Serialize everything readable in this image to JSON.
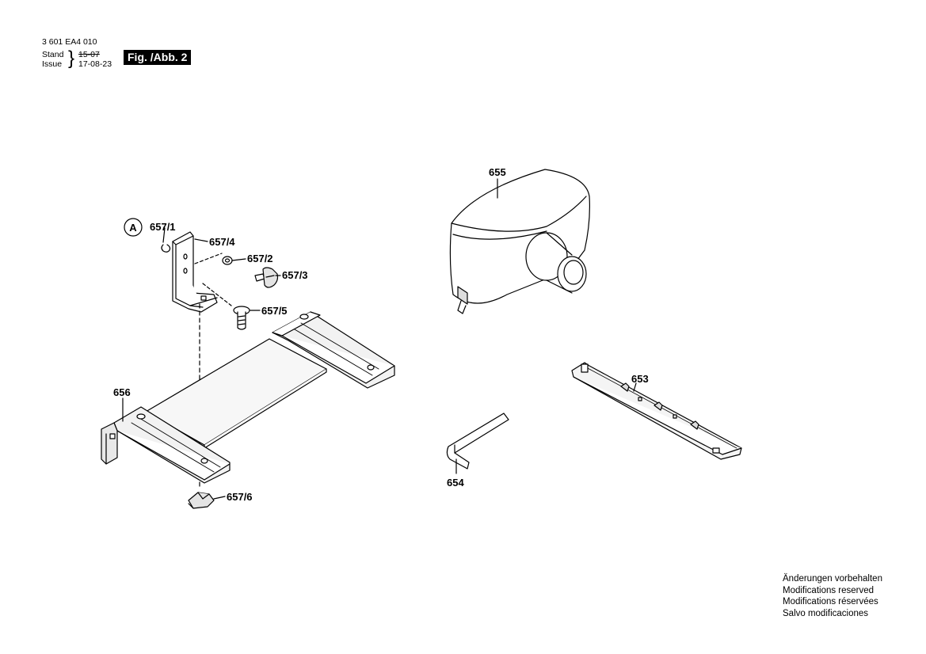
{
  "header": {
    "doc_number": "3 601 EA4 010",
    "stand_label": "Stand",
    "issue_label": "Issue",
    "old_date": "15-07",
    "new_date": "17-08-23",
    "figure_label": "Fig. /Abb. 2"
  },
  "callout_marker": "A",
  "parts": [
    {
      "id": "657_1",
      "label": "657/1"
    },
    {
      "id": "657_4",
      "label": "657/4"
    },
    {
      "id": "657_2",
      "label": "657/2"
    },
    {
      "id": "657_3",
      "label": "657/3"
    },
    {
      "id": "657_5",
      "label": "657/5"
    },
    {
      "id": "656",
      "label": "656"
    },
    {
      "id": "657_6",
      "label": "657/6"
    },
    {
      "id": "655",
      "label": "655"
    },
    {
      "id": "653",
      "label": "653"
    },
    {
      "id": "654",
      "label": "654"
    }
  ],
  "notes": [
    "Änderungen vorbehalten",
    "Modifications reserved",
    "Modifications réservées",
    "Salvo modificaciones"
  ]
}
